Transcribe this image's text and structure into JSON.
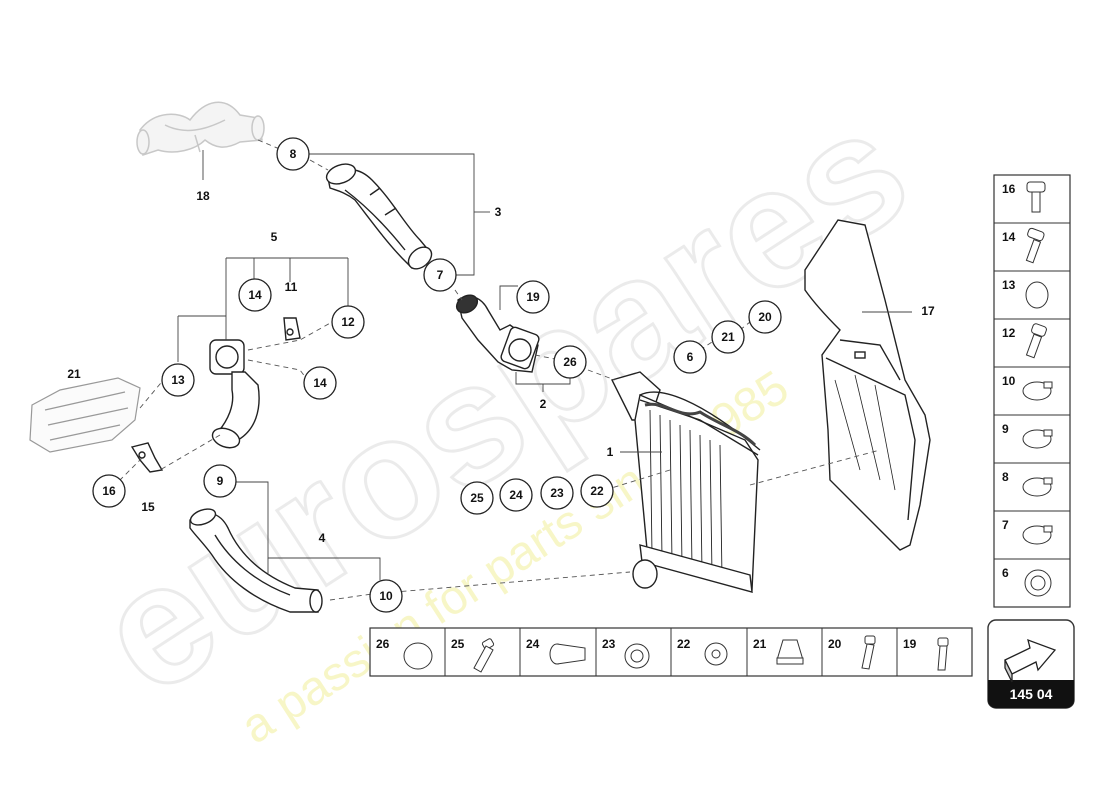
{
  "watermark": {
    "brand": "eurospares",
    "tagline": "a passion for parts since 1985"
  },
  "callouts": {
    "c8": "8",
    "c7": "7",
    "c19": "19",
    "c26": "26",
    "c6": "6",
    "c21": "21",
    "c20": "20",
    "c14a": "14",
    "c12": "12",
    "c13": "13",
    "c14b": "14",
    "c9": "9",
    "c16": "16",
    "c25": "25",
    "c24": "24",
    "c23": "23",
    "c22": "22",
    "c10": "10"
  },
  "labels": {
    "l18": "18",
    "l3": "3",
    "l5": "5",
    "l11": "11",
    "l21": "21",
    "l2": "2",
    "l1": "1",
    "l17": "17",
    "l15": "15",
    "l4": "4"
  },
  "side_table": {
    "rows": [
      "16",
      "14",
      "13",
      "12",
      "10",
      "9",
      "8",
      "7",
      "6"
    ]
  },
  "bottom_table": {
    "cells": [
      "26",
      "25",
      "24",
      "23",
      "22",
      "21",
      "20",
      "19"
    ]
  },
  "code_box": {
    "code": "145 04"
  }
}
